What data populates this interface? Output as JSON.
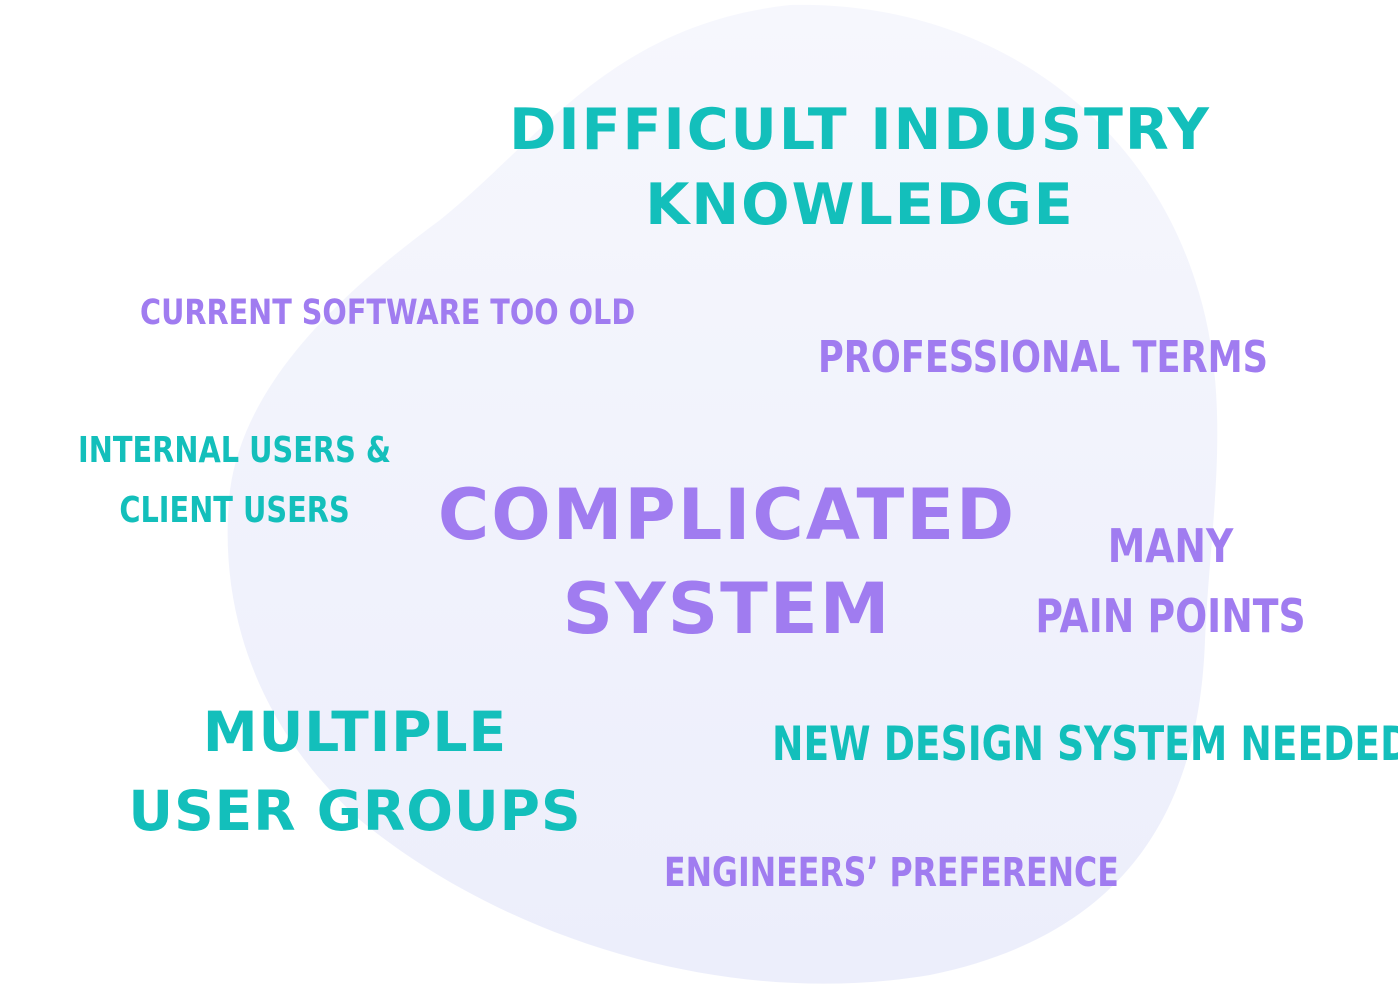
{
  "colors": {
    "teal": "#13bfbb",
    "purple": "#a07cf0",
    "blob_top": "#f6f7fd",
    "blob_bottom": "#eceefb",
    "background": "#ffffff"
  },
  "terms": {
    "difficult_industry_knowledge": {
      "line1": "Difficult Industry",
      "line2": "Knowledge",
      "color": "teal"
    },
    "current_software_too_old": {
      "text": "Current software too old",
      "color": "purple"
    },
    "professional_terms": {
      "text": "Professional terms",
      "color": "purple"
    },
    "internal_users": {
      "line1": "Internal users &",
      "line2": "client users",
      "color": "teal"
    },
    "complicated_system": {
      "line1": "Complicated",
      "line2": "System",
      "color": "purple"
    },
    "many_pain_points": {
      "line1": "Many",
      "line2": "pain points",
      "color": "purple"
    },
    "multiple_user_groups": {
      "line1": "Multiple",
      "line2": "User Groups",
      "color": "teal"
    },
    "new_design_system": {
      "text": "New design system needed",
      "color": "teal"
    },
    "engineers_preference": {
      "text": "Engineers’ preference",
      "color": "purple"
    }
  }
}
